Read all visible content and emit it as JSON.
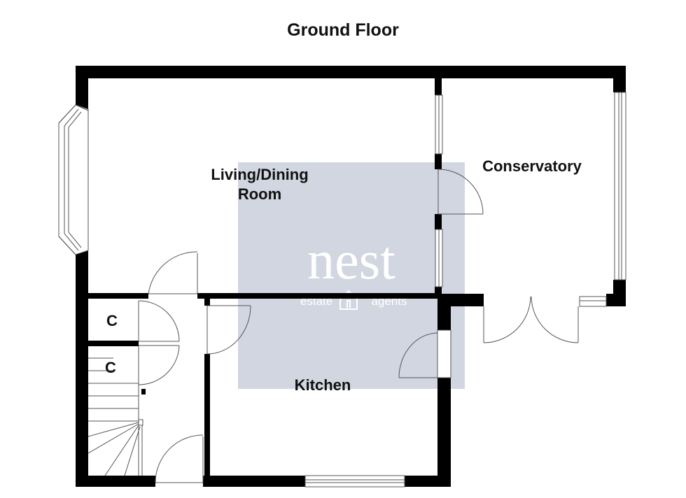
{
  "title": "Ground Floor",
  "rooms": {
    "living_line1": "Living/Dining",
    "living_line2": "Room",
    "conservatory": "Conservatory",
    "kitchen": "Kitchen",
    "cupboard_upper": "C",
    "cupboard_lower": "C"
  },
  "watermark": {
    "brand": "nest",
    "left_word": "estate",
    "right_word": "agents",
    "color": "#c9cfdc"
  },
  "colors": {
    "wall": "#000000",
    "line": "#555555",
    "background": "#ffffff"
  }
}
